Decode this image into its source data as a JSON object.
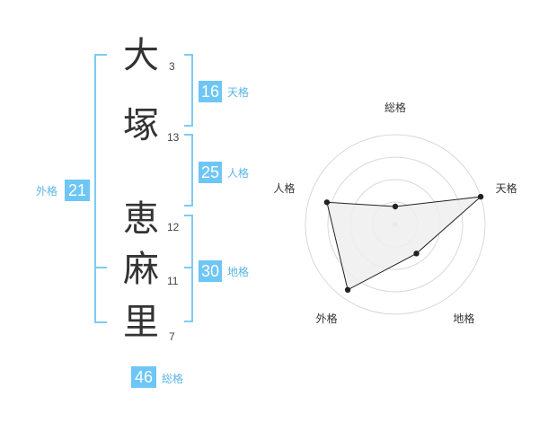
{
  "name_chars": [
    {
      "char": "大",
      "strokes": "3"
    },
    {
      "char": "塚",
      "strokes": "13"
    },
    {
      "char": "恵",
      "strokes": "12"
    },
    {
      "char": "麻",
      "strokes": "11"
    },
    {
      "char": "里",
      "strokes": "7"
    }
  ],
  "fortune": {
    "tenkaku": {
      "value": "16",
      "label": "天格"
    },
    "jinkaku": {
      "value": "25",
      "label": "人格"
    },
    "chikaku": {
      "value": "30",
      "label": "地格"
    },
    "gaikaku": {
      "value": "21",
      "label": "外格"
    },
    "soukaku": {
      "value": "46",
      "label": "総格"
    }
  },
  "colors": {
    "accent": "#6dc6f5",
    "bracket": "#7ccbf4",
    "label": "#5bb5e6"
  },
  "chart_data": {
    "type": "radar",
    "axes": [
      "総格",
      "天格",
      "地格",
      "外格",
      "人格"
    ],
    "values": [
      0.2,
      1.0,
      0.4,
      0.9,
      0.8
    ],
    "rings": 4,
    "fill": "#eeeeee",
    "stroke": "#222222"
  }
}
